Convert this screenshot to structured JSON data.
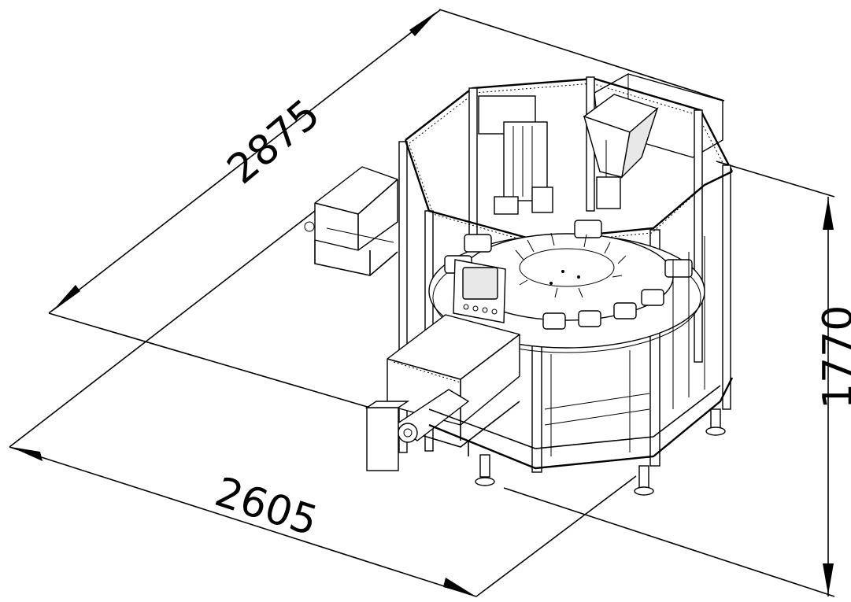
{
  "dimensions": {
    "depth": "2875",
    "width": "2605",
    "height": "1770"
  }
}
